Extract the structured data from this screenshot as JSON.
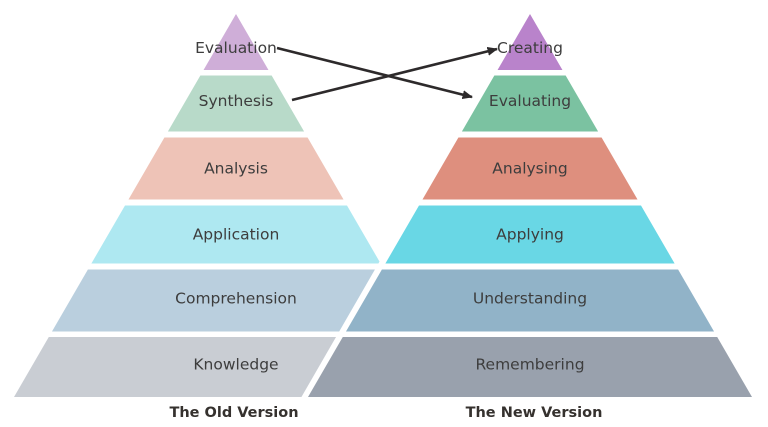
{
  "diagram": {
    "title": "Blooms Taxonomy pyramids comparison",
    "background_color": "#ffffff",
    "label_text_color": "#3d3d3d",
    "caption_text_color": "#35312e",
    "arrow_color": "#2d2a2b",
    "outline_color": "#ffffff"
  },
  "pyramids": [
    {
      "id": "old",
      "caption": "The Old Version",
      "levels": [
        {
          "label": "Evaluation",
          "color": "#cfaed8"
        },
        {
          "label": "Synthesis",
          "color": "#b8dac9"
        },
        {
          "label": "Analysis",
          "color": "#eec3b7"
        },
        {
          "label": "Application",
          "color": "#aee8f1"
        },
        {
          "label": "Comprehension",
          "color": "#bacfde"
        },
        {
          "label": "Knowledge",
          "color": "#c9cdd3"
        }
      ]
    },
    {
      "id": "new",
      "caption": "The New Version",
      "levels": [
        {
          "label": "Creating",
          "color": "#b983cb"
        },
        {
          "label": "Evaluating",
          "color": "#7bc2a1"
        },
        {
          "label": "Analysing",
          "color": "#de8f7e"
        },
        {
          "label": "Applying",
          "color": "#69d7e5"
        },
        {
          "label": "Understanding",
          "color": "#91b3c8"
        },
        {
          "label": "Remembering",
          "color": "#99a1ad"
        }
      ]
    }
  ],
  "arrows": [
    {
      "from": "Evaluation",
      "to": "Evaluating"
    },
    {
      "from": "Synthesis",
      "to": "Creating"
    }
  ]
}
